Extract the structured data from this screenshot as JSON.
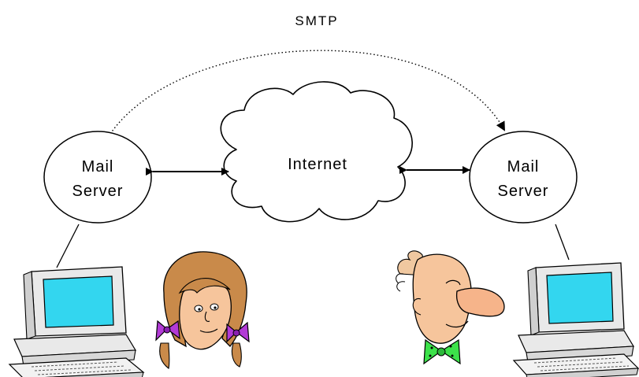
{
  "protocol_label": "SMTP",
  "cloud_label": "Internet",
  "left_server": {
    "line1": "Mail",
    "line2": "Server"
  },
  "right_server": {
    "line1": "Mail",
    "line2": "Server"
  },
  "colors": {
    "monitor_screen": "#33d6ef",
    "computer_body": "#e9e9e9",
    "girl_bow": "#b23ad6",
    "man_bowtie": "#3ce24a",
    "skin": "#f6c59c",
    "girl_hair": "#c98a4a"
  },
  "icons": [
    "left-computer-icon",
    "right-computer-icon",
    "girl-user-icon",
    "man-user-icon",
    "internet-cloud-icon"
  ]
}
